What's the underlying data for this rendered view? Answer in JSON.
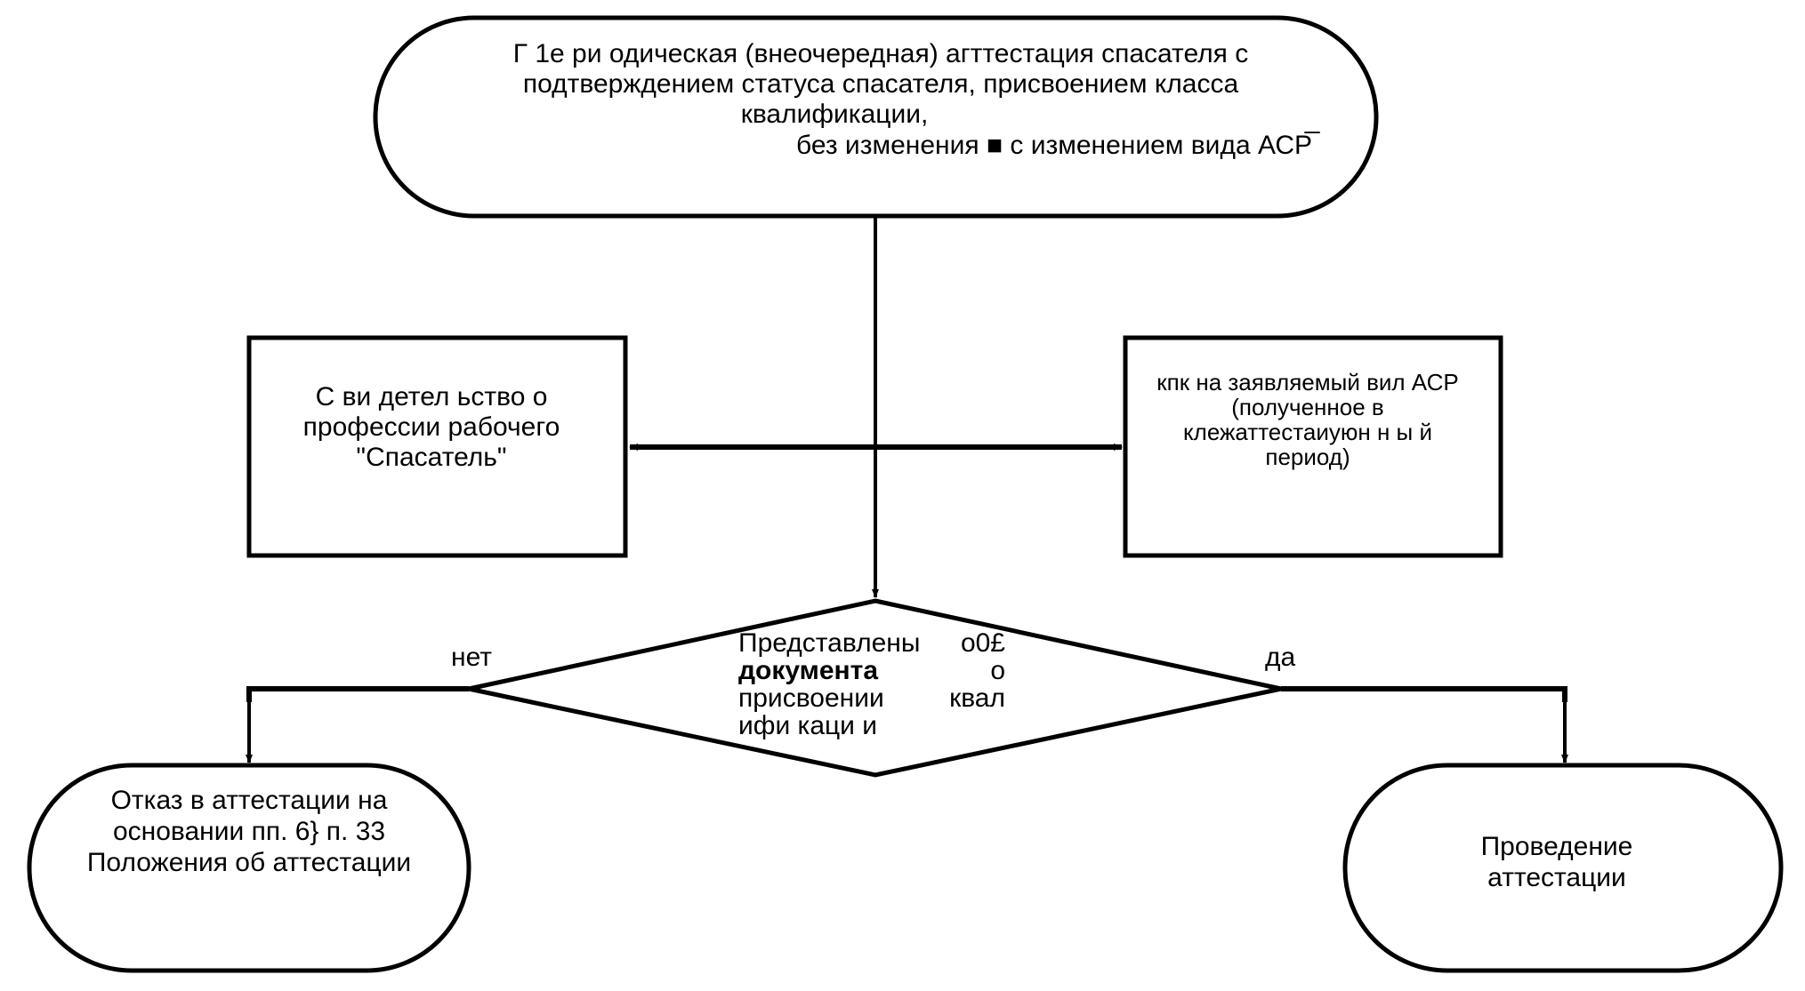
{
  "top_node": {
    "lines": [
      "Г 1е ри одическая (внеочередная) агттестация спасателя с",
      "подтверждением статуса спасателя, присвоением класса",
      "квалификации,",
      "без изменения ■ с изменением вида АСР̅"
    ]
  },
  "left_box": {
    "lines": [
      "С ви детел ьство о",
      "профессии рабочего",
      "\"Спасатель\""
    ]
  },
  "right_box": {
    "lines": [
      "кпк на заявляемый вил АСР",
      "(полученное в",
      "клежаттестаиуюн н ы й",
      "период)"
    ]
  },
  "decision": {
    "lines": [
      {
        "left": "Представлены",
        "right": "о0£"
      },
      {
        "left": "документа",
        "right": "о"
      },
      {
        "left": "присвоении",
        "right": "квал"
      },
      {
        "left": "ифи каци и",
        "right": ""
      }
    ],
    "no_label": "нет",
    "yes_label": "да"
  },
  "reject_node": {
    "lines": [
      "Отказ в аттестации на",
      "основании пп. 6} п. 33",
      "Положения об аттестации"
    ]
  },
  "proceed_node": {
    "lines": [
      "Проведение",
      "аттестации"
    ]
  }
}
